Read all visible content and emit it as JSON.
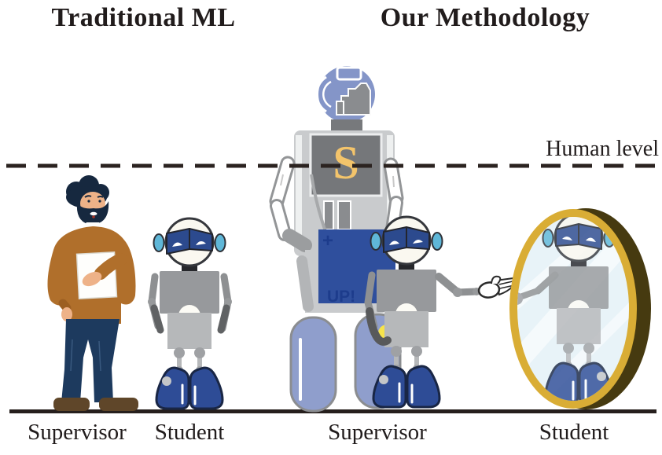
{
  "figure": {
    "sections": {
      "left": {
        "title": "Traditional ML",
        "supervisor_label": "Supervisor",
        "student_label": "Student"
      },
      "right": {
        "title": "Our Methodology",
        "supervisor_label": "Supervisor",
        "student_label": "Student"
      }
    },
    "human_level_label": "Human level",
    "supervisor_robot": {
      "chest_letter": "S",
      "sign_plus": "+",
      "sign_up": "UP!"
    },
    "colors": {
      "dashed_line": "#2b2320",
      "ground_line": "#261f1d",
      "robot_panel_blue": "#2f4f9d",
      "visor_navy": "#2c4a8e",
      "chest_letter_gold": "#f3c46b",
      "mirror_rim_gold": "#d9ad35",
      "mirror_glass": "#e8f3f8",
      "supervisor_leg_periwinkle": "#8f9ecc",
      "supervisor_head_blue": "#8495c8",
      "human_sweater_brown": "#b06f2b",
      "human_jeans_navy": "#1d3a5e",
      "robot_foot_blue": "#2e4c96",
      "robot_ear_cyan": "#5fb7d8"
    }
  }
}
